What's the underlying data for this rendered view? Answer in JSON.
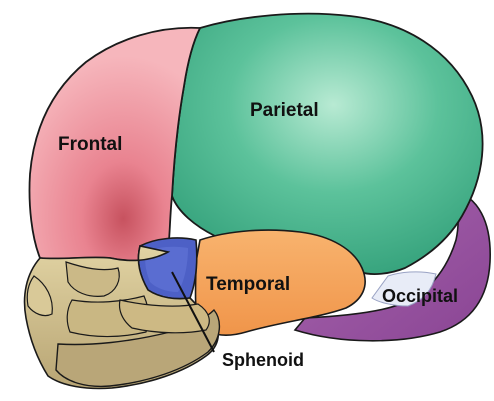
{
  "labels": {
    "frontal": "Frontal",
    "parietal": "Parietal",
    "temporal": "Temporal",
    "occipital": "Occipital",
    "sphenoid": "Sphenoid"
  },
  "colors": {
    "frontal": "#ef9aa3",
    "frontal_shadow": "#c7525f",
    "parietal": "#3cae86",
    "parietal_light": "#b8ead3",
    "temporal": "#f5a45a",
    "occipital": "#9b57a3",
    "sphenoid": "#4d60c6",
    "face": "#d6c490",
    "face_shadow": "#a89466",
    "outline": "#1a1a1a",
    "fontanelle": "#e8ecf7"
  }
}
